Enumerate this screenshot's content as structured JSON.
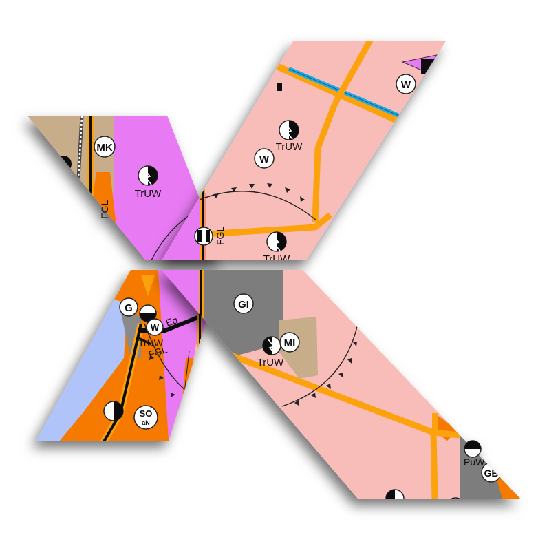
{
  "map": {
    "colors": {
      "residential": "#f8bdb8",
      "commercial": "#e87af4",
      "industrial": "#7d7d7d",
      "mixed": "#c7ad8a",
      "special": "#f77a05",
      "water": "#b0c4fa",
      "road": "#fca20e",
      "river": "#1eaae8"
    },
    "zone_labels": {
      "w1": "W",
      "w2": "W",
      "w3": "W",
      "mk": "MK",
      "gi": "GI",
      "mi": "MI",
      "g": "G",
      "so": "SO",
      "so_sub": "aN",
      "gb": "GB"
    },
    "facility_labels": {
      "truw1": "TrUW",
      "truw2": "TrUW",
      "truw3": "TrUW",
      "truw4": "TrUW",
      "truw5": "TrUW",
      "puw": "PuW"
    },
    "road_labels": {
      "fgl1": "FGL",
      "fgl2": "FGL",
      "fgl3": "FGL",
      "eg": "Eg"
    }
  }
}
